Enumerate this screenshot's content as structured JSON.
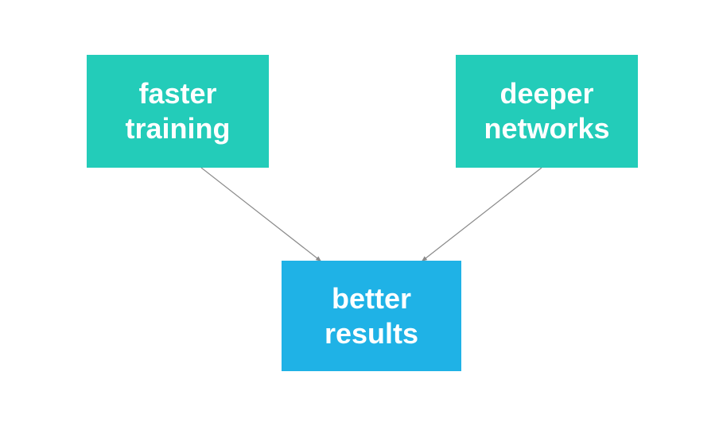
{
  "diagram": {
    "nodes": [
      {
        "id": "faster",
        "lines": [
          "faster",
          "training"
        ],
        "color": "#23ccb9"
      },
      {
        "id": "deeper",
        "lines": [
          "deeper",
          "networks"
        ],
        "color": "#23ccb9"
      },
      {
        "id": "better",
        "lines": [
          "better",
          "results"
        ],
        "color": "#1fb2e6"
      }
    ],
    "edges": [
      {
        "from": "faster",
        "to": "better"
      },
      {
        "from": "deeper",
        "to": "better"
      }
    ],
    "edge_color": "#8a8a8a"
  }
}
